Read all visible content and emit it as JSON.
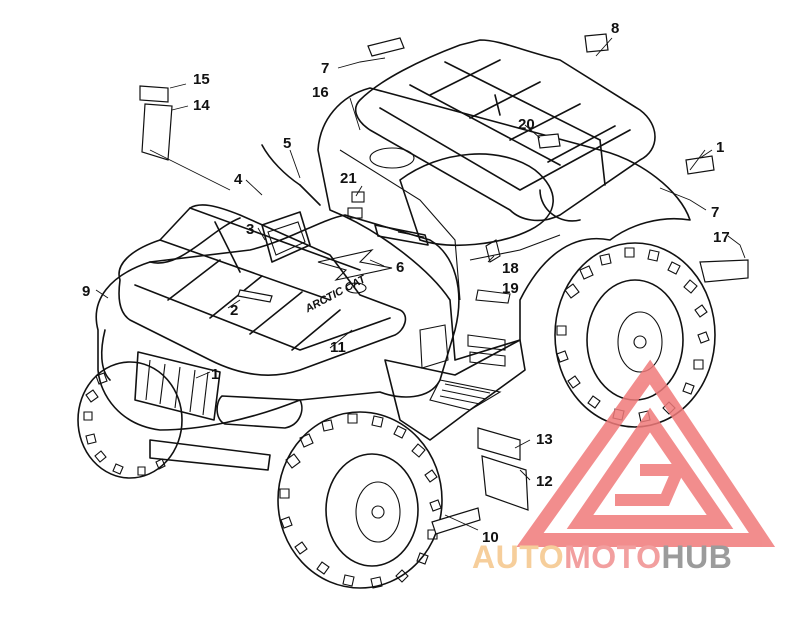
{
  "callouts": [
    {
      "id": "c1a",
      "text": "1"
    },
    {
      "id": "c1b",
      "text": "1"
    },
    {
      "id": "c2",
      "text": "2"
    },
    {
      "id": "c3",
      "text": "3"
    },
    {
      "id": "c4",
      "text": "4"
    },
    {
      "id": "c5",
      "text": "5"
    },
    {
      "id": "c6",
      "text": "6"
    },
    {
      "id": "c7a",
      "text": "7"
    },
    {
      "id": "c7b",
      "text": "7"
    },
    {
      "id": "c8",
      "text": "8"
    },
    {
      "id": "c9",
      "text": "9"
    },
    {
      "id": "c10",
      "text": "10"
    },
    {
      "id": "c11",
      "text": "11"
    },
    {
      "id": "c12",
      "text": "12"
    },
    {
      "id": "c13",
      "text": "13"
    },
    {
      "id": "c14",
      "text": "14"
    },
    {
      "id": "c15",
      "text": "15"
    },
    {
      "id": "c16",
      "text": "16"
    },
    {
      "id": "c17",
      "text": "17"
    },
    {
      "id": "c18",
      "text": "18"
    },
    {
      "id": "c19",
      "text": "19"
    },
    {
      "id": "c20",
      "text": "20"
    },
    {
      "id": "c21",
      "text": "21"
    }
  ],
  "decal_text": {
    "fender_logo": "ARCTIC CAT"
  },
  "watermark": {
    "part1": "AUTO",
    "part2": "MOTO",
    "part3": "HUB",
    "color_auto": "#f5c68a",
    "color_moto": "#f08f8f",
    "color_hub": "#8a8a8a",
    "triangle_color": "#f07a7a"
  }
}
